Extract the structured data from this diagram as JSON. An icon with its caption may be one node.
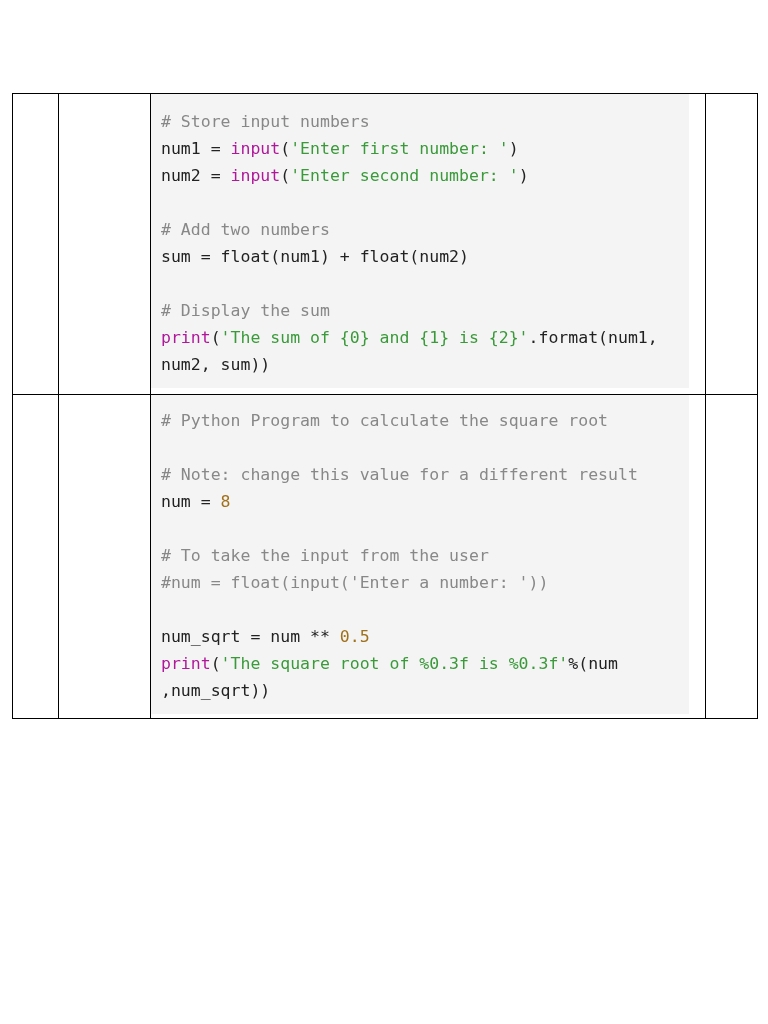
{
  "diagram": {
    "labels": [
      "# Store input numbers",
      "num1 = input('Enter first number: ')",
      "num2 = input('Enter second number: ')",
      "# Add two numbers",
      "sum = float(num1) + float(num2)",
      "# Display the sum",
      "print('The sum of {0} and {1} is {2}'.format(num1, num2, sum))",
      "# Python Program to calculate the square root",
      "# Note: change this value for a different result",
      "num = 8",
      "# To take the input from the user",
      "#num = float(input('Enter a number: '))",
      "num_sqrt = num ** 0.5",
      "print('The square root of %0.3f is %0.3f'%(num ,num_sqrt))"
    ]
  }
}
